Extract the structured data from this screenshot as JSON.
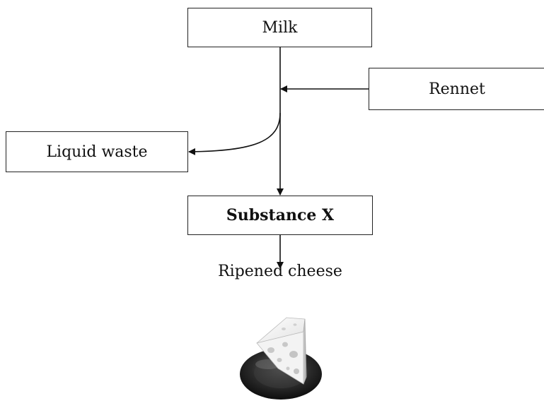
{
  "diagram": {
    "nodes": {
      "milk": "Milk",
      "rennet": "Rennet",
      "liquid_waste": "Liquid waste",
      "substance_x": "Substance X",
      "ripened_cheese": "Ripened cheese"
    },
    "edges": [
      {
        "from": "milk",
        "to": "substance_x"
      },
      {
        "from": "rennet",
        "to": "milk-line"
      },
      {
        "from": "milk-line",
        "to": "liquid_waste"
      },
      {
        "from": "substance_x",
        "to": "ripened_cheese"
      }
    ],
    "image": "cheese-wedge-on-plate"
  }
}
